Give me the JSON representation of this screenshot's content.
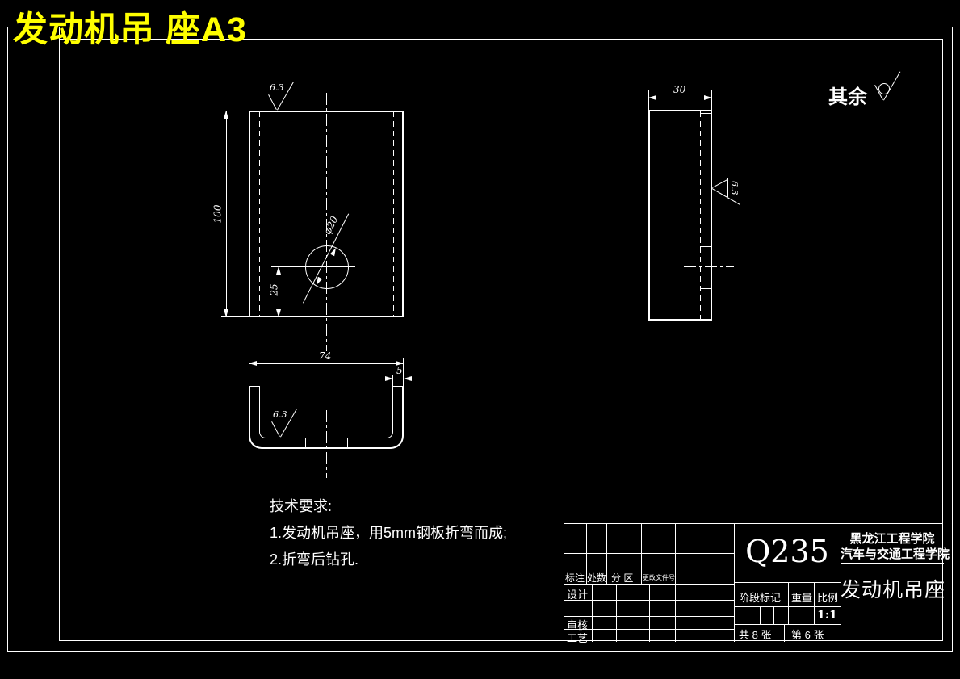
{
  "window": {
    "title": "发动机吊 座A3"
  },
  "surface_default": {
    "label": "其余"
  },
  "dimensions": {
    "front_height": "100",
    "front_hole_offset": "25",
    "front_hole_dia": "φ20",
    "front_roughness": "6.3",
    "side_width": "30",
    "side_roughness": "6.3",
    "bottom_width": "74",
    "bottom_thickness": "5",
    "bottom_roughness": "6.3"
  },
  "tech_requirements": {
    "heading": "技术要求:",
    "items": [
      "1.发动机吊座，用5mm钢板折弯而成;",
      "2.折弯后钻孔."
    ]
  },
  "title_block": {
    "material": "Q235",
    "school_line1": "黑龙江工程学院",
    "school_line2": "汽车与交通工程学院",
    "part_name": "发动机吊座",
    "col_mark": "标注",
    "col_count": "处数",
    "col_zone": "分 区",
    "col_docno": "更改文件号",
    "row_design": "设计",
    "row_audit": "审核",
    "row_process": "工艺",
    "stage_label": "阶段标记",
    "weight_label": "重量",
    "scale_label": "比例",
    "scale_value": "1:1",
    "sheets_total": "共 8 张",
    "sheet_number": "第 6 张"
  },
  "colors": {
    "background": "#000000",
    "line": "#ffffff",
    "accent_title": "#ffff00"
  }
}
